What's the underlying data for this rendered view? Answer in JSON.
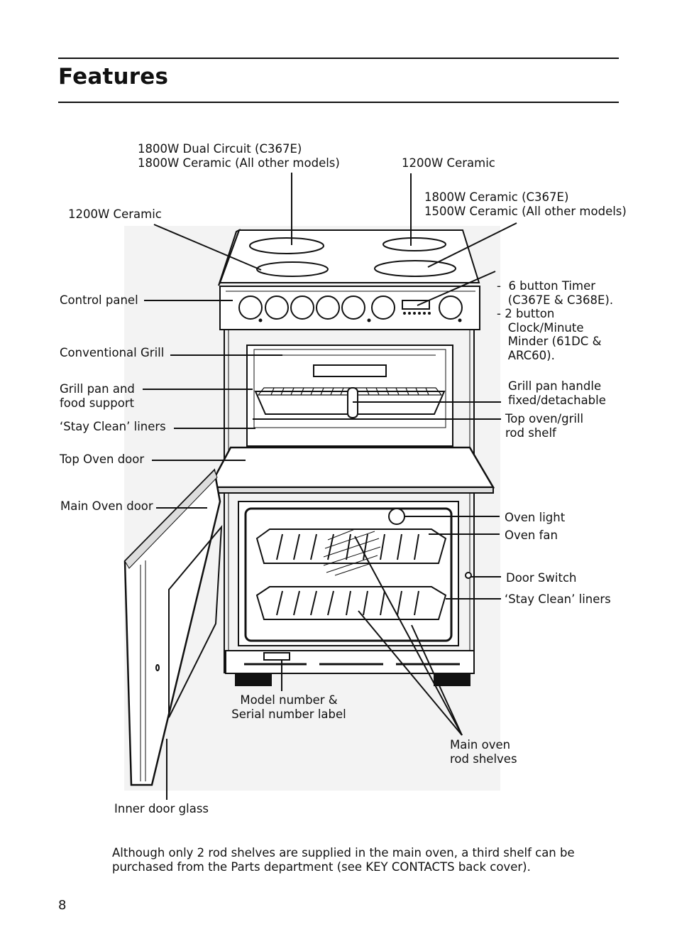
{
  "header": {
    "title": "Features"
  },
  "labels": {
    "dual_circuit": [
      "1800W Dual Circuit (C367E)",
      "1800W Ceramic (All other models)"
    ],
    "rear_right": [
      "1200W Ceramic"
    ],
    "front_right": [
      "1800W Ceramic (C367E)",
      "1500W Ceramic (All other models)"
    ],
    "front_left": [
      "1200W Ceramic"
    ],
    "timer": [
      "-  6 button Timer",
      "   (C367E & C368E).",
      "- 2 button",
      "   Clock/Minute",
      "   Minder (61DC &",
      "   ARC60)."
    ],
    "control_panel": [
      "Control panel"
    ],
    "conventional_grill": [
      "Conventional Grill"
    ],
    "grill_pan": [
      "Grill pan and",
      "food support"
    ],
    "stay_clean_top": [
      "‘Stay Clean’ liners"
    ],
    "top_oven_door": [
      "Top Oven door"
    ],
    "main_oven_door": [
      "Main Oven door"
    ],
    "grill_handle": [
      "Grill pan handle",
      "fixed/detachable"
    ],
    "top_shelf": [
      "Top oven/grill",
      "rod shelf"
    ],
    "oven_light": [
      "Oven light"
    ],
    "oven_fan": [
      "Oven fan"
    ],
    "door_switch": [
      "Door Switch"
    ],
    "stay_clean_main": [
      "‘Stay Clean’ liners"
    ],
    "model_label": [
      "Model number &",
      "Serial number label"
    ],
    "main_shelves": [
      "Main oven",
      "rod shelves"
    ],
    "inner_glass": [
      "Inner door glass"
    ]
  },
  "footnote": "Although only 2 rod shelves are supplied in the main oven, a third shelf can be purchased from the Parts department (see KEY CONTACTS back cover).",
  "page_number": "8"
}
